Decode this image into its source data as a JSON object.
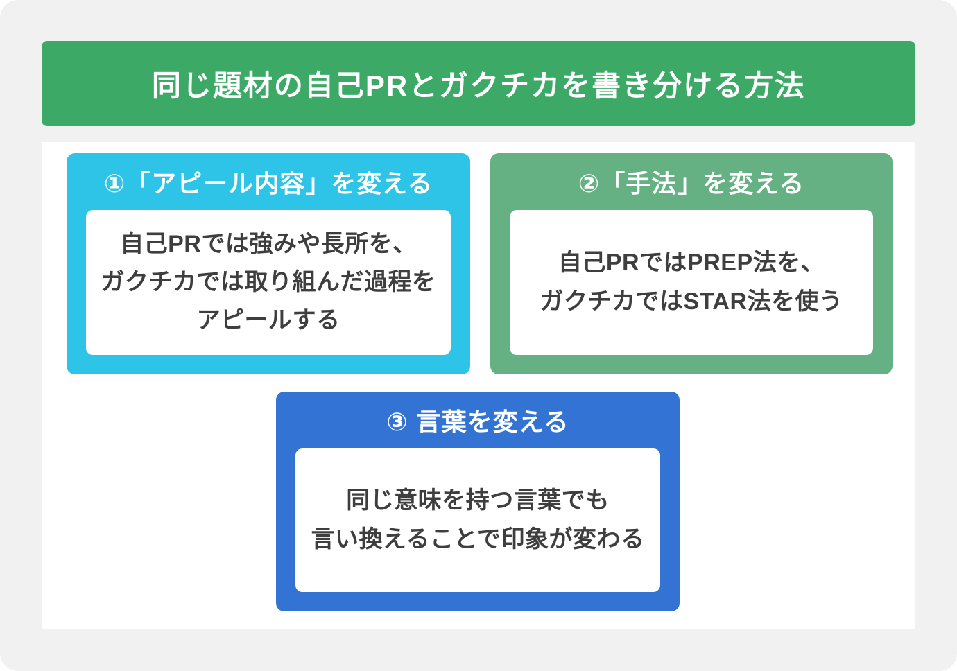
{
  "page": {
    "background_color": "#f1f1f2",
    "panel_color": "#ffffff",
    "body_text_color": "#3e3e3e"
  },
  "header": {
    "title": "同じ題材の自己PRとガクチカを書き分ける方法",
    "bg_color": "#3caa66",
    "text_color": "#ffffff"
  },
  "cards": [
    {
      "number": "①",
      "title": "①「アピール内容」を変える",
      "body": "自己PRでは強みや長所を、\nガクチカでは取り組んだ過程を\nアピールする",
      "bg_color": "#2ec4e8"
    },
    {
      "number": "②",
      "title": "②「手法」を変える",
      "body": "自己PRではPREP法を、\nガクチカではSTAR法を使う",
      "bg_color": "#65b183"
    },
    {
      "number": "③",
      "title": "③ 言葉を変える",
      "body": "同じ意味を持つ言葉でも\n言い換えることで印象が変わる",
      "bg_color": "#3273d3"
    }
  ]
}
